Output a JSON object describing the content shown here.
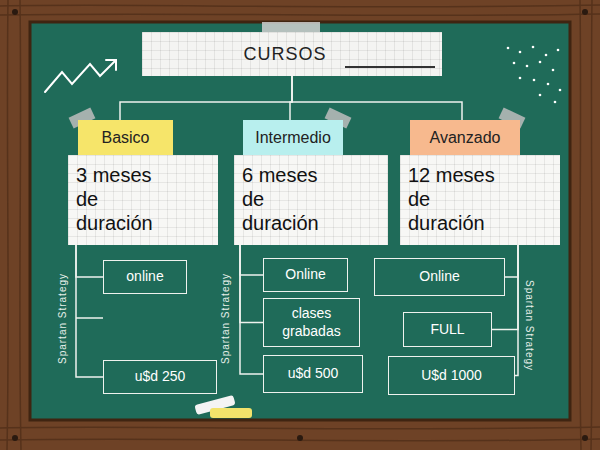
{
  "diagram": {
    "nodes": [
      {
        "text": [
          "CURSOS"
        ]
      },
      {
        "text": [
          "Basico",
          "3 meses de duración"
        ]
      },
      {
        "text": [
          "Intermedio",
          "6 meses de duración"
        ]
      },
      {
        "text": [
          "Avanzado",
          "12 meses de duración"
        ]
      },
      {
        "text": [
          "online"
        ]
      },
      {
        "text": [
          "u$d 250"
        ]
      },
      {
        "text": [
          "Online"
        ]
      },
      {
        "text": [
          "clases grabadas"
        ]
      },
      {
        "text": [
          "u$d 500"
        ]
      },
      {
        "text": [
          "Online"
        ]
      },
      {
        "text": [
          "FULL"
        ]
      },
      {
        "text": [
          "U$d 1000"
        ]
      }
    ],
    "edges": [
      {
        "from": 0,
        "to": 1,
        "arrow": "none"
      },
      {
        "from": 0,
        "to": 2,
        "arrow": "none"
      },
      {
        "from": 0,
        "to": 3,
        "arrow": "none"
      },
      {
        "from": 1,
        "to": 4,
        "arrow": "none"
      },
      {
        "from": 1,
        "to": 5,
        "arrow": "none"
      },
      {
        "from": 2,
        "to": 6,
        "arrow": "none"
      },
      {
        "from": 2,
        "to": 7,
        "arrow": "none"
      },
      {
        "from": 2,
        "to": 8,
        "arrow": "none"
      },
      {
        "from": 3,
        "to": 9,
        "arrow": "none"
      },
      {
        "from": 3,
        "to": 10,
        "arrow": "none"
      },
      {
        "from": 3,
        "to": 11,
        "arrow": "none"
      }
    ],
    "labels": [
      "Spartan Strategy",
      "Spartan Strategy",
      "Spartan Strategy"
    ]
  }
}
